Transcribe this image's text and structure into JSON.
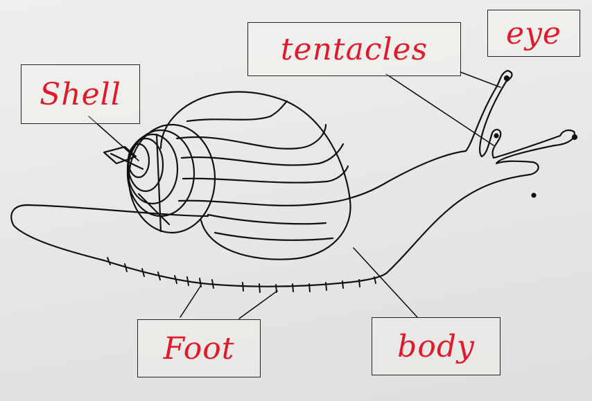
{
  "labels": {
    "shell": "Shell",
    "tentacles": "tentacles",
    "eye": "eye",
    "foot": "Foot",
    "body": "body"
  },
  "colors": {
    "label_text": "#e01a2b",
    "line_art": "#111111",
    "paper": "#ececea"
  }
}
